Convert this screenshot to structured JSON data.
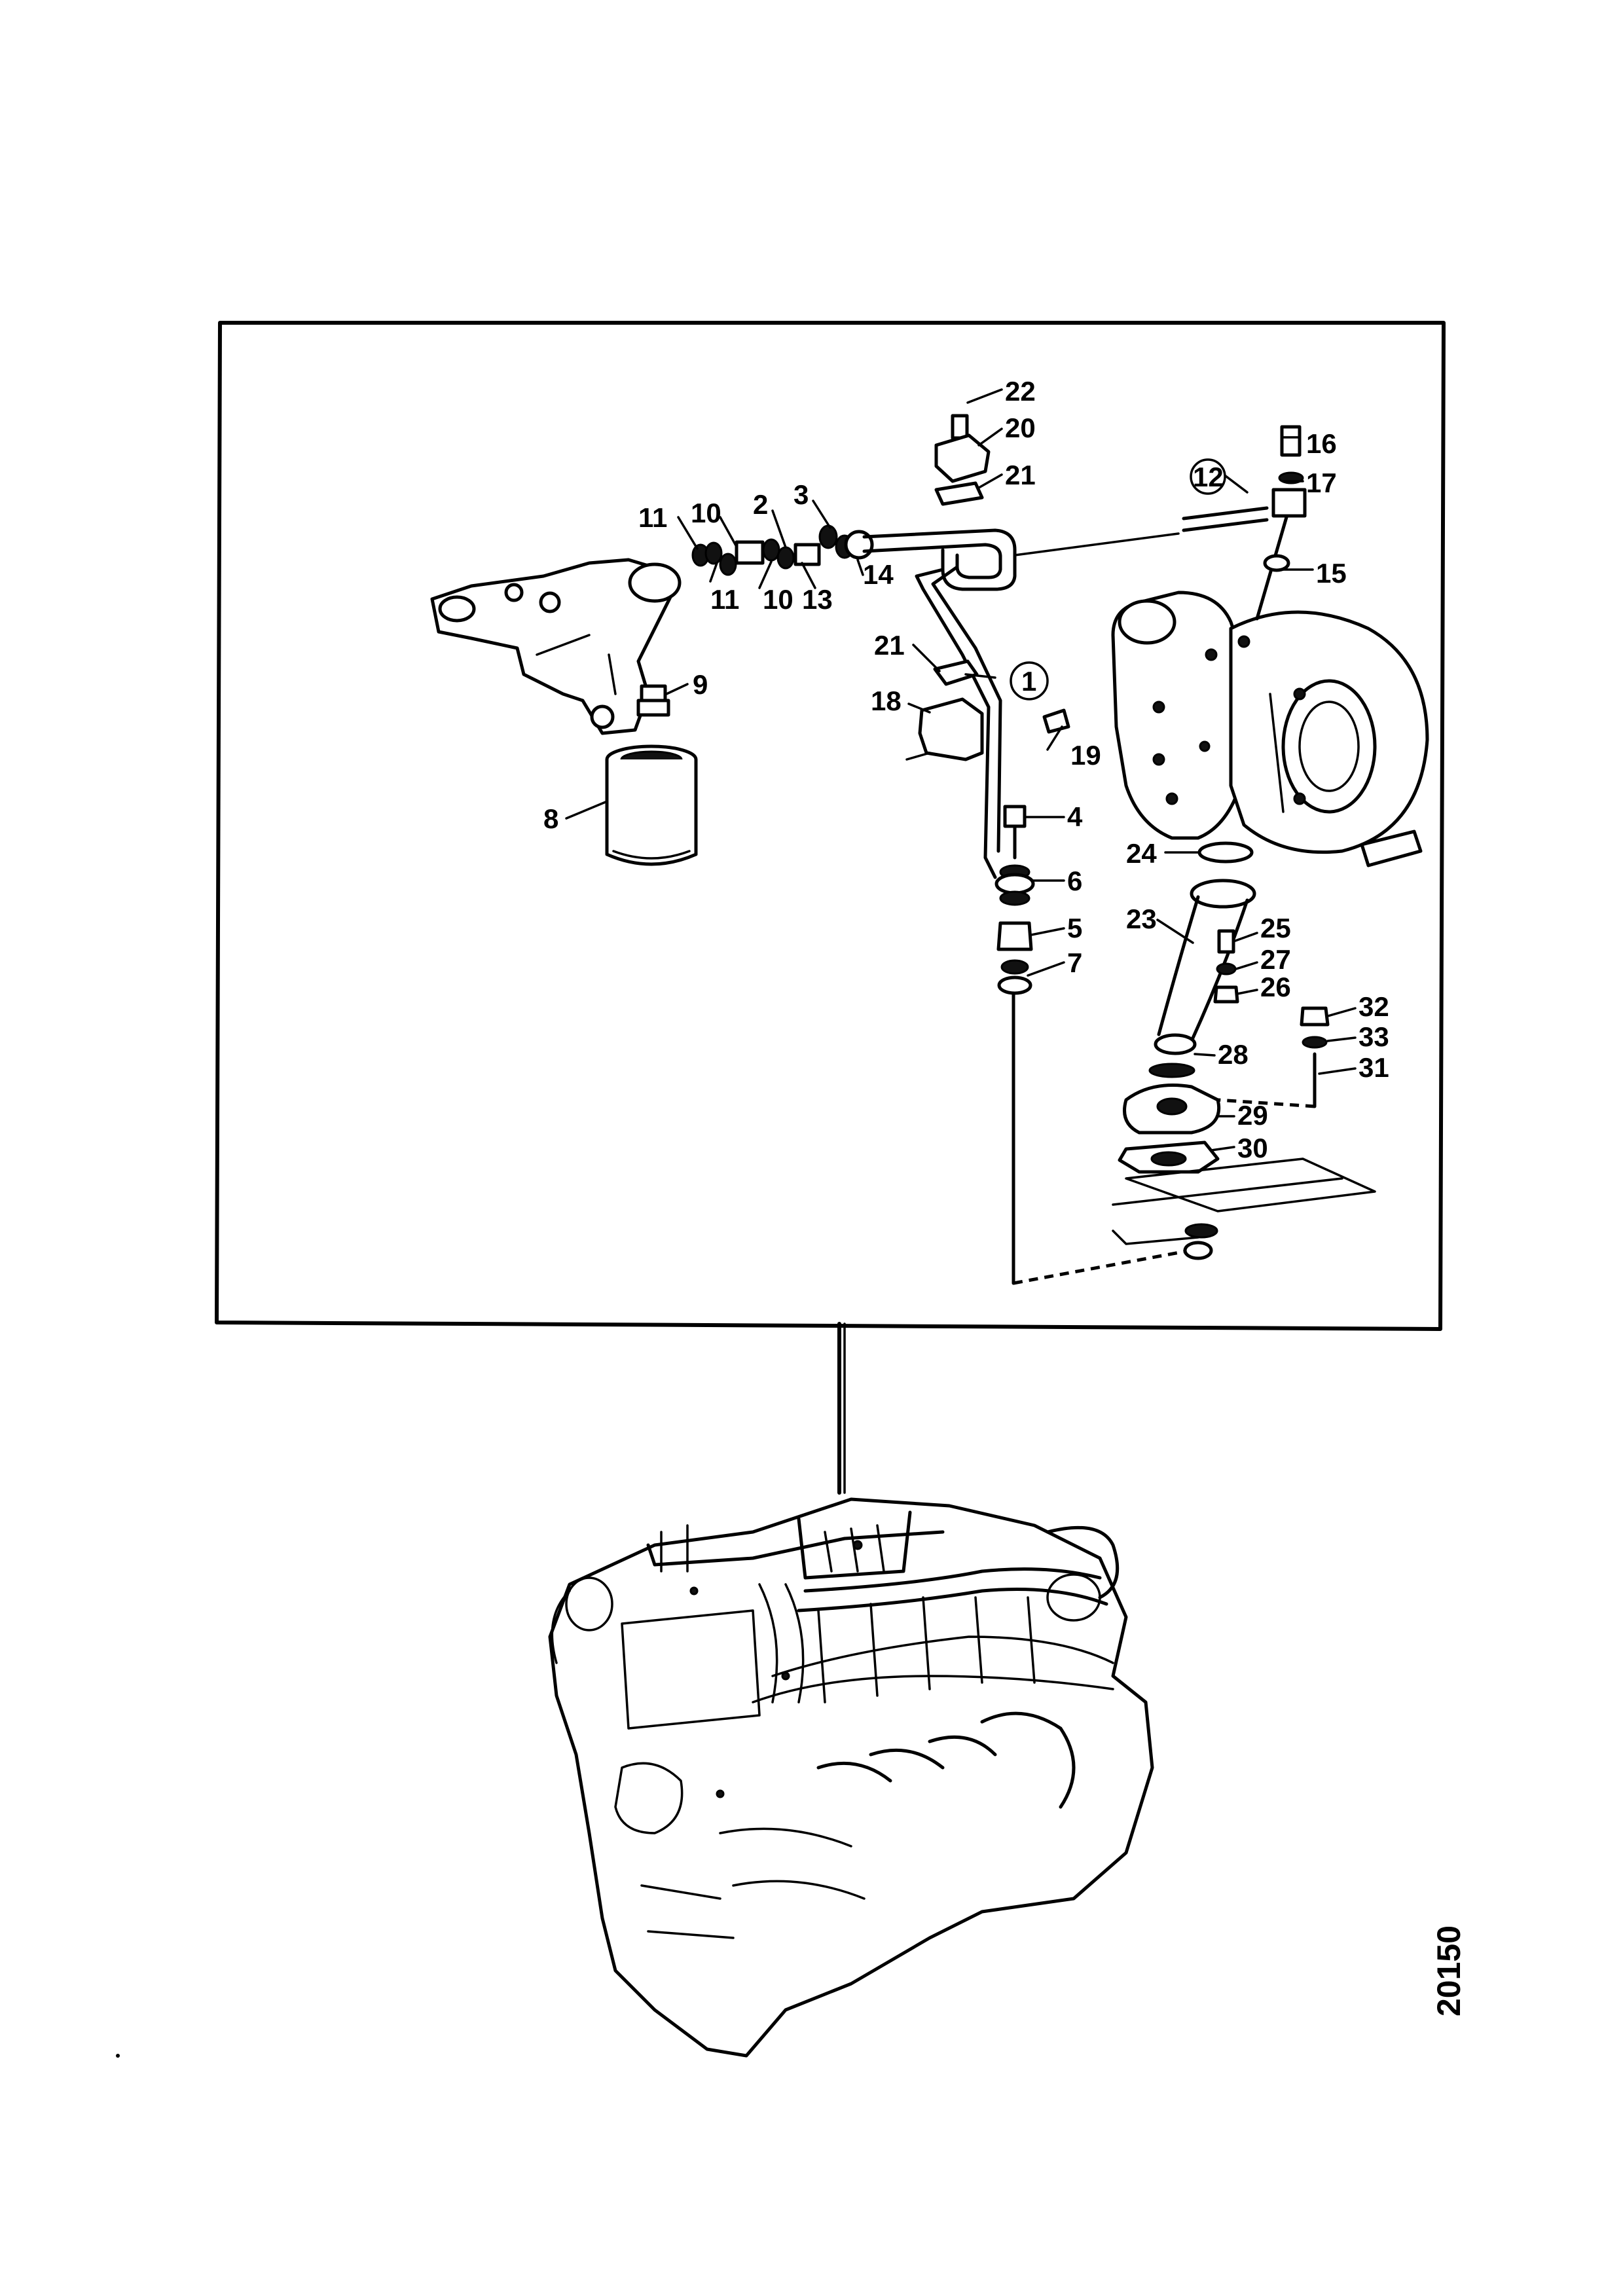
{
  "diagram": {
    "figure_number": "20150",
    "callouts": {
      "c1": "1",
      "c2": "2",
      "c3": "3",
      "c4": "4",
      "c5": "5",
      "c6": "6",
      "c7": "7",
      "c8": "8",
      "c9": "9",
      "c10a": "10",
      "c10b": "10",
      "c11a": "11",
      "c11b": "11",
      "c12": "12",
      "c13": "13",
      "c14": "14",
      "c15": "15",
      "c16": "16",
      "c17": "17",
      "c18": "18",
      "c19": "19",
      "c20": "20",
      "c21a": "21",
      "c21b": "21",
      "c22": "22",
      "c23": "23",
      "c24": "24",
      "c25": "25",
      "c26": "26",
      "c27": "27",
      "c28": "28",
      "c29": "29",
      "c30": "30",
      "c31": "31",
      "c32": "32",
      "c33": "33"
    }
  }
}
